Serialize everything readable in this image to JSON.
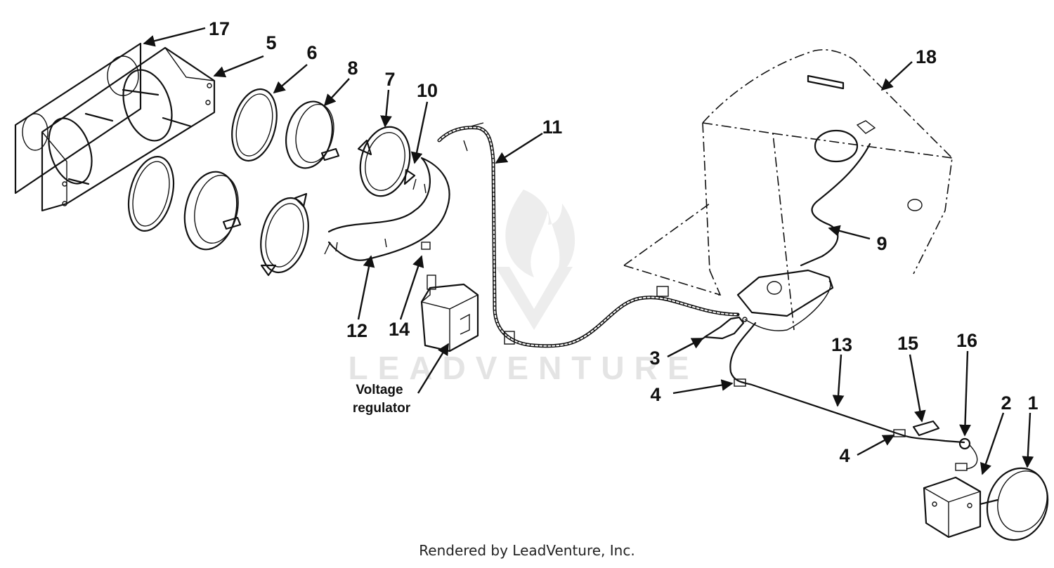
{
  "callouts": [
    {
      "id": "17",
      "text": "17"
    },
    {
      "id": "5",
      "text": "5"
    },
    {
      "id": "6",
      "text": "6"
    },
    {
      "id": "8",
      "text": "8"
    },
    {
      "id": "7",
      "text": "7"
    },
    {
      "id": "10",
      "text": "10"
    },
    {
      "id": "11",
      "text": "11"
    },
    {
      "id": "18",
      "text": "18"
    },
    {
      "id": "9",
      "text": "9"
    },
    {
      "id": "12",
      "text": "12"
    },
    {
      "id": "14",
      "text": "14"
    },
    {
      "id": "3",
      "text": "3"
    },
    {
      "id": "13",
      "text": "13"
    },
    {
      "id": "15",
      "text": "15"
    },
    {
      "id": "16",
      "text": "16"
    },
    {
      "id": "4a",
      "text": "4"
    },
    {
      "id": "4b",
      "text": "4"
    },
    {
      "id": "2",
      "text": "2"
    },
    {
      "id": "1",
      "text": "1"
    }
  ],
  "notes": {
    "voltage_regulator_line1": "Voltage",
    "voltage_regulator_line2": "regulator"
  },
  "watermark": "LEADVENTURE",
  "footer": "Rendered by LeadVenture, Inc."
}
